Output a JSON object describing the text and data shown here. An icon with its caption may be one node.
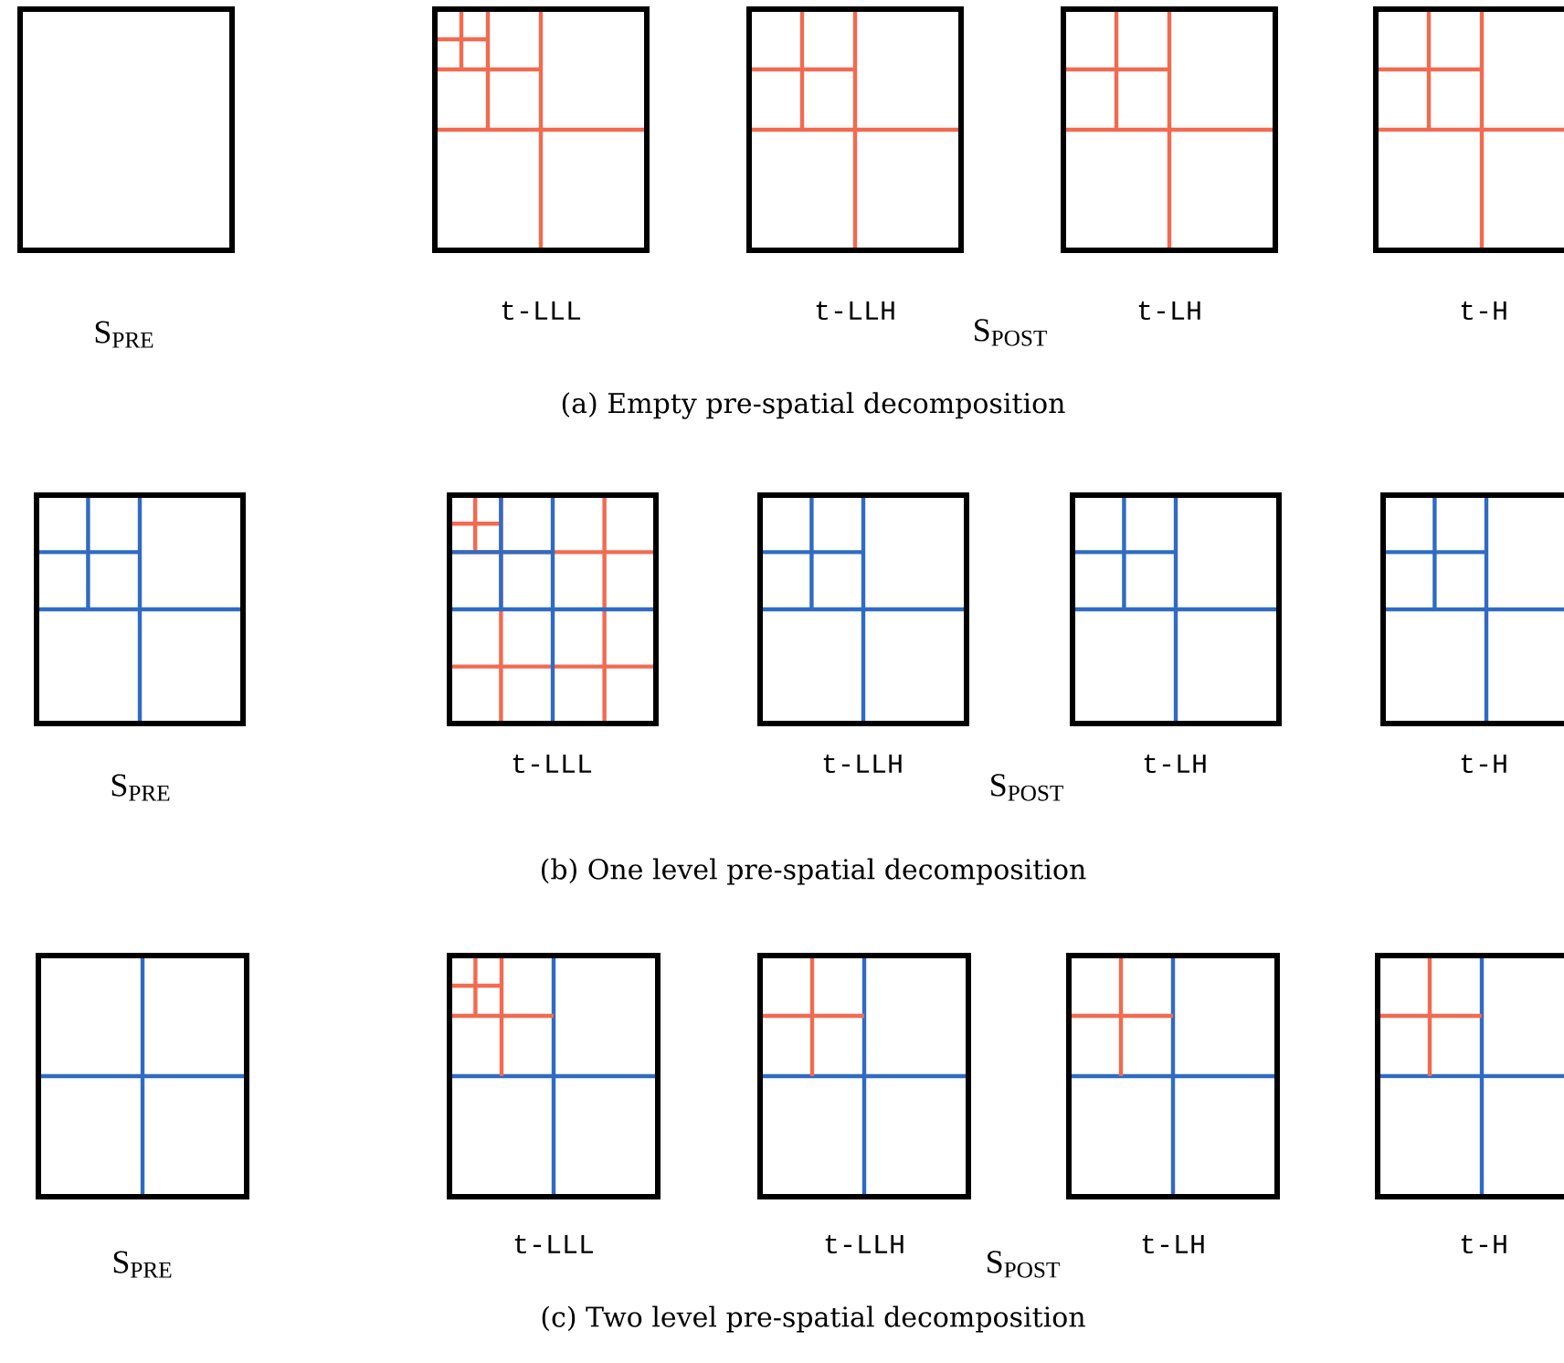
{
  "diagram": {
    "labels": [
      "S$_{PRE}$",
      "t-LLL",
      "t-LLH",
      "S$_{POST}$",
      "t-LH",
      "t-H",
      "(a) Empty pre-spatial decomposition",
      "S$_{PRE}$",
      "t-LLL",
      "t-LLH",
      "S$_{POST}$",
      "t-LH",
      "t-H",
      "(b) One level pre-spatial decomposition",
      "S$_{PRE}$",
      "t-LLL",
      "t-LLH",
      "S$_{POST}$",
      "t-LH",
      "t-H",
      "(c) Two level pre-spatial decomposition"
    ]
  }
}
